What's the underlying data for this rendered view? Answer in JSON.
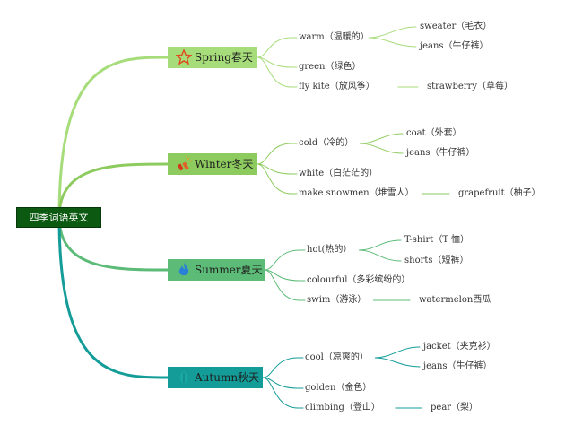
{
  "root": {
    "label": "四季词语英文"
  },
  "seasons": [
    {
      "label": "Spring春天",
      "icon": "star-icon",
      "color": "#a6dd7a",
      "items": [
        {
          "label": "warm（温暖的）",
          "children": [
            "sweater（毛衣）",
            "jeans（牛仔裤）"
          ]
        },
        {
          "label": "green（绿色）",
          "children": []
        },
        {
          "label": "fly kite（放风筝）",
          "children": [
            "strawberry（草莓）"
          ]
        }
      ]
    },
    {
      "label": "Winter冬天",
      "icon": "firecracker-icon",
      "color": "#8ecb5e",
      "items": [
        {
          "label": "cold（冷的）",
          "children": [
            "coat（外套）",
            "jeans（牛仔裤）"
          ]
        },
        {
          "label": "white（白茫茫的）",
          "children": []
        },
        {
          "label": "make snowmen（堆雪人）",
          "children": [
            "grapefruit（柚子）"
          ]
        }
      ]
    },
    {
      "label": "Summer夏天",
      "icon": "flame-icon",
      "color": "#5dbb78",
      "items": [
        {
          "label": "hot(热的）",
          "children": [
            "T-shirt（T 恤）",
            "shorts（短裤）"
          ]
        },
        {
          "label": "colourful（多彩缤纷的）",
          "children": []
        },
        {
          "label": "swim（游泳）",
          "children": [
            "watermelon西瓜"
          ]
        }
      ]
    },
    {
      "label": "Autumn秋天",
      "icon": "leaf-icon",
      "color": "#139c98",
      "items": [
        {
          "label": "cool（凉爽的）",
          "children": [
            "jacket（夹克衫）",
            "jeans（牛仔裤）"
          ]
        },
        {
          "label": "golden（金色）",
          "children": []
        },
        {
          "label": "climbing（登山）",
          "children": [
            "pear（梨）"
          ]
        }
      ]
    }
  ]
}
